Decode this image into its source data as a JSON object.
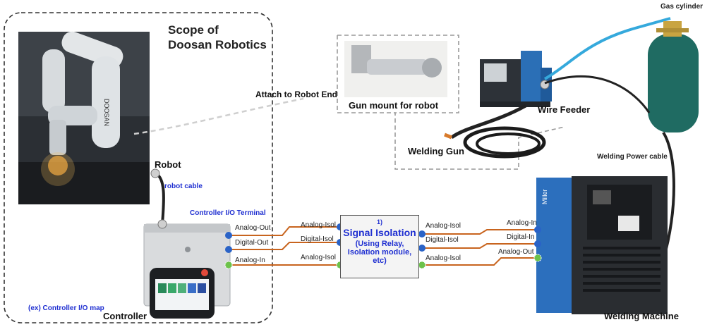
{
  "scope": {
    "title_line1": "Scope of",
    "title_line2": "Doosan Robotics"
  },
  "labels": {
    "robot": "Robot",
    "robot_cable": "robot cable",
    "controller_io_terminal": "Controller I/O Terminal",
    "controller": "Controller",
    "controller_io_map": "(ex) Controller I/O map",
    "attach_to_robot_end": "Attach to Robot End",
    "gun_mount": "Gun mount for robot",
    "wire_feeder": "Wire Feeder",
    "welding_gun": "Welding Gun",
    "gas_cylinder": "Gas cylinder",
    "welding_power_cable": "Welding Power cable",
    "welding_machine": "Welding Machine"
  },
  "controller_ports": [
    "Analog-Out",
    "Digital-Out",
    "Analog-In"
  ],
  "isolation": {
    "number": "1)",
    "title": "Signal Isolation",
    "subtitle": "(Using Relay,\nIsolation module,\netc)",
    "left_labels": [
      "Analog-Isol",
      "Digital-Isol",
      "Analog-Isol"
    ],
    "right_labels": [
      "Analog-Isol",
      "Digital-Isol",
      "Analog-Isol"
    ]
  },
  "welder_ports": [
    "Analog-In",
    "Digital-In",
    "Analog-Out"
  ],
  "colors": {
    "signal_wire": "#c8641e",
    "port_blue": "#2a63c7",
    "port_green": "#6cc24a",
    "gas_hose": "#35a9dc",
    "scope_border": "#333333",
    "label_blue": "#1f2fd1"
  }
}
